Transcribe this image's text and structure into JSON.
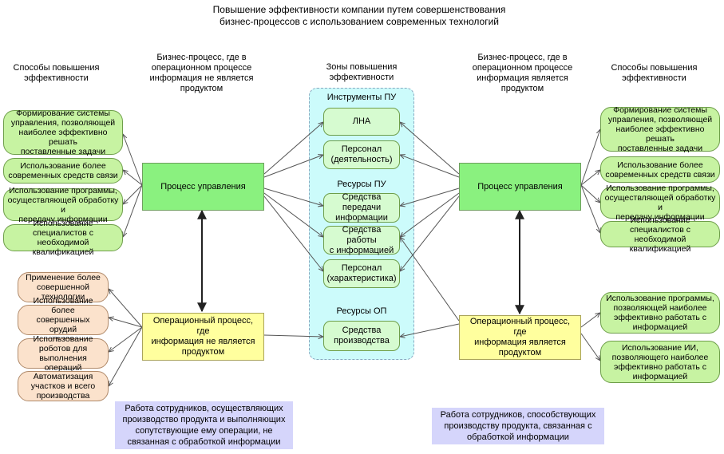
{
  "title": "Повышение эффективности компании путем совершенствования\nбизнес-процессов с использованием современных технологий",
  "headers": {
    "left_methods": "Способы повышения\nэффективности",
    "left_process": "Бизнес-процесс, где в\nоперационном процессе\nинформация не является\nпродуктом",
    "zones": "Зоны повышения\nэффективности",
    "right_process": "Бизнес-процесс, где в\nоперационном процессе\nинформация является\nпродуктом",
    "right_methods": "Способы повышения\nэффективности"
  },
  "left_methods_mgmt": [
    "Формирование системы\nуправления, позволяющей\nнаиболее эффективно решать\nпоставленные задачи",
    "Использование более\nсовременных средств связи",
    "Использование программы,\nосуществляющей обработку и\nпередачу информации",
    "Использование специалистов с\nнеобходимой квалификацией"
  ],
  "left_methods_ops": [
    "Применение более\nсовершенной\nтехнологии",
    "Использование более\nсовершенных орудий\nтруда",
    "Использование\nроботов для\nвыполнения операций",
    "Автоматизация\nучастков и всего\nпроизводства"
  ],
  "left_mgmt_process": "Процесс управления",
  "left_ops_process": "Операционный процесс, где\nинформация не является\nпродуктом",
  "zones": {
    "group1": "Инструменты ПУ",
    "item_lna": "ЛНА",
    "item_personnel_activity": "Персонал\n(деятельность)",
    "group2": "Ресурсы ПУ",
    "item_transfer": "Средства\nпередачи\nинформации",
    "item_work_info": "Средства работы\nс информацией",
    "item_personnel_char": "Персонал\n(характеристика)",
    "group3": "Ресурсы ОП",
    "item_production": "Средства\nпроизводства"
  },
  "right_mgmt_process": "Процесс управления",
  "right_ops_process": "Операционный процесс, где\nинформация является\nпродуктом",
  "right_methods_mgmt": [
    "Формирование системы\nуправления, позволяющей\nнаиболее эффективно решать\nпоставленные задачи",
    "Использование более\nсовременных средств связи",
    "Использование программы,\nосуществляющей обработку и\nпередачу информации",
    "Использование специалистов с\nнеобходимой квалификацией"
  ],
  "right_methods_ops": [
    "Использование программы,\nпозволяющей наиболее\nэффективно работать с\nинформацией",
    "Использование ИИ,\nпозволяющего наиболее\nэффективно работать с\nинформацией"
  ],
  "notes": {
    "left": "Работа сотрудников, осуществляющих\nпроизводство продукта и выполняющих\nсопутствующие ему операции, не\nсвязанная с обработкой информации",
    "right": "Работа сотрудников, способствующих\nпроизводству продукта, связанная с\nобработкой информации"
  },
  "colors": {
    "method_fill": "#c7f3a2",
    "ops_method_fill": "#fbe2cc",
    "process_mgmt_fill": "#8af17f",
    "process_ops_fill": "#ffff9e",
    "zone_fill": "#ccfbfb",
    "note_fill": "#d5d5fb",
    "line": "#555555"
  }
}
